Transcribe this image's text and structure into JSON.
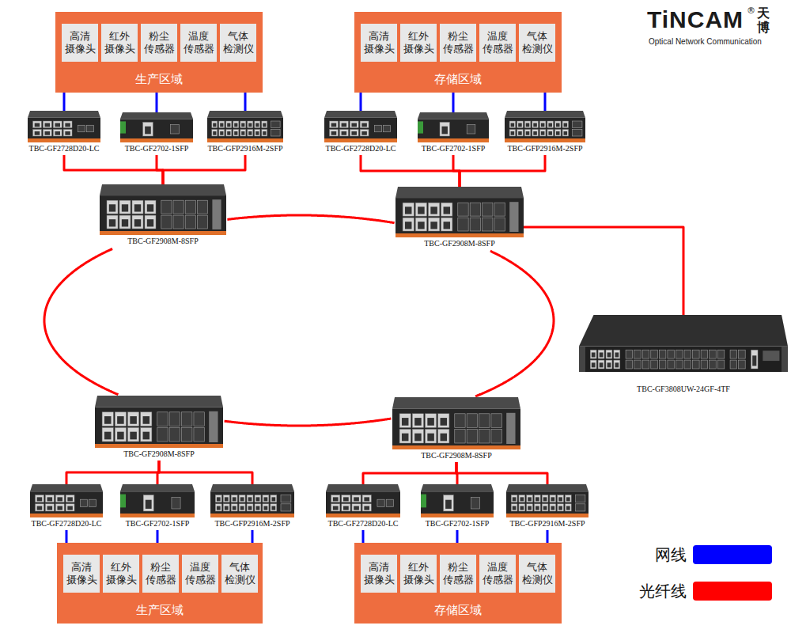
{
  "diagram": {
    "nodes": [
      {
        "text": [
          "生产区域"
        ]
      },
      {
        "text": [
          "高清 摄像头"
        ],
        "in": 0
      },
      {
        "text": [
          "红外 摄像头"
        ],
        "in": 0
      },
      {
        "text": [
          "粉尘 传感器"
        ],
        "in": 0
      },
      {
        "text": [
          "温度 传感器"
        ],
        "in": 0
      },
      {
        "text": [
          "气体 检测仪"
        ],
        "in": 0
      },
      {
        "text": [
          "存储区域"
        ]
      },
      {
        "text": [
          "高清 摄像头"
        ],
        "in": 6
      },
      {
        "text": [
          "红外 摄像头"
        ],
        "in": 6
      },
      {
        "text": [
          "粉尘 传感器"
        ],
        "in": 6
      },
      {
        "text": [
          "温度 传感器"
        ],
        "in": 6
      },
      {
        "text": [
          "气体 检测仪"
        ],
        "in": 6
      },
      {
        "text": [
          "TBC-GF2728D20-LC"
        ]
      },
      {
        "text": [
          "TBC-GF2702-1SFP"
        ]
      },
      {
        "text": [
          "TBC-GFP2916M-2SFP"
        ]
      },
      {
        "text": [
          "TBC-GF2728D20-LC"
        ]
      },
      {
        "text": [
          "TBC-GF2702-1SFP"
        ]
      },
      {
        "text": [
          "TBC-GFP2916M-2SFP"
        ]
      },
      {
        "text": [
          "TBC-GF2908M-8SFP"
        ]
      },
      {
        "text": [
          "TBC-GF2908M-8SFP"
        ]
      },
      {
        "text": [
          "TBC-GF3808UW-24GF-4TF"
        ]
      },
      {
        "text": [
          "TBC-GF2908M-8SFP"
        ]
      },
      {
        "text": [
          "TBC-GF2908M-8SFP"
        ]
      },
      {
        "text": [
          "TBC-GF2728D20-LC"
        ]
      },
      {
        "text": [
          "TBC-GF2702-1SFP"
        ]
      },
      {
        "text": [
          "TBC-GFP2916M-2SFP"
        ]
      },
      {
        "text": [
          "TBC-GF2728D20-LC"
        ]
      },
      {
        "text": [
          "TBC-GF2702-1SFP"
        ]
      },
      {
        "text": [
          "TBC-GFP2916M-2SFP"
        ]
      },
      {
        "text": [
          "生产区域"
        ]
      },
      {
        "text": [
          "高清 摄像头"
        ],
        "in": 29
      },
      {
        "text": [
          "红外 摄像头"
        ],
        "in": 29
      },
      {
        "text": [
          "粉尘 传感器"
        ],
        "in": 29
      },
      {
        "text": [
          "温度 传感器"
        ],
        "in": 29
      },
      {
        "text": [
          "气体 检测仪"
        ],
        "in": 29
      },
      {
        "text": [
          "存储区域"
        ]
      },
      {
        "text": [
          "高清 摄像头"
        ],
        "in": 35
      },
      {
        "text": [
          "红外 摄像头"
        ],
        "in": 35
      },
      {
        "text": [
          "粉尘 传感器"
        ],
        "in": 35
      },
      {
        "text": [
          "温度 传感器"
        ],
        "in": 35
      },
      {
        "text": [
          "气体 检测仪"
        ],
        "in": 35
      }
    ],
    "edges": [
      {
        "from": 12,
        "to": 0,
        "arrow": "none"
      },
      {
        "from": 13,
        "to": 0,
        "arrow": "none"
      },
      {
        "from": 14,
        "to": 0,
        "arrow": "none"
      },
      {
        "from": 15,
        "to": 6,
        "arrow": "none"
      },
      {
        "from": 16,
        "to": 6,
        "arrow": "none"
      },
      {
        "from": 17,
        "to": 6,
        "arrow": "none"
      },
      {
        "from": 23,
        "to": 29,
        "arrow": "none"
      },
      {
        "from": 24,
        "to": 29,
        "arrow": "none"
      },
      {
        "from": 25,
        "to": 29,
        "arrow": "none"
      },
      {
        "from": 26,
        "to": 35,
        "arrow": "none"
      },
      {
        "from": 27,
        "to": 35,
        "arrow": "none"
      },
      {
        "from": 28,
        "to": 35,
        "arrow": "none"
      },
      {
        "from": 12,
        "to": 18,
        "arrow": "none"
      },
      {
        "from": 13,
        "to": 18,
        "arrow": "none"
      },
      {
        "from": 14,
        "to": 18,
        "arrow": "none"
      },
      {
        "from": 15,
        "to": 19,
        "arrow": "none"
      },
      {
        "from": 16,
        "to": 19,
        "arrow": "none"
      },
      {
        "from": 17,
        "to": 19,
        "arrow": "none"
      },
      {
        "from": 21,
        "to": 23,
        "arrow": "none"
      },
      {
        "from": 21,
        "to": 24,
        "arrow": "none"
      },
      {
        "from": 21,
        "to": 25,
        "arrow": "none"
      },
      {
        "from": 22,
        "to": 26,
        "arrow": "none"
      },
      {
        "from": 22,
        "to": 27,
        "arrow": "none"
      },
      {
        "from": 22,
        "to": 28,
        "arrow": "none"
      },
      {
        "from": 18,
        "to": 19,
        "arrow": "none"
      },
      {
        "from": 19,
        "to": 22,
        "arrow": "none"
      },
      {
        "from": 22,
        "to": 21,
        "arrow": "none"
      },
      {
        "from": 21,
        "to": 18,
        "arrow": "none"
      },
      {
        "from": 19,
        "to": 20,
        "arrow": "none"
      }
    ],
    "labels": [
      "TiNCAM",
      "®",
      "天博",
      "Optical Network Communication"
    ],
    "legend": [
      {
        "text": "网线",
        "color": "#0000ff"
      },
      {
        "text": "光纤线",
        "color": "#ff0000"
      }
    ]
  }
}
